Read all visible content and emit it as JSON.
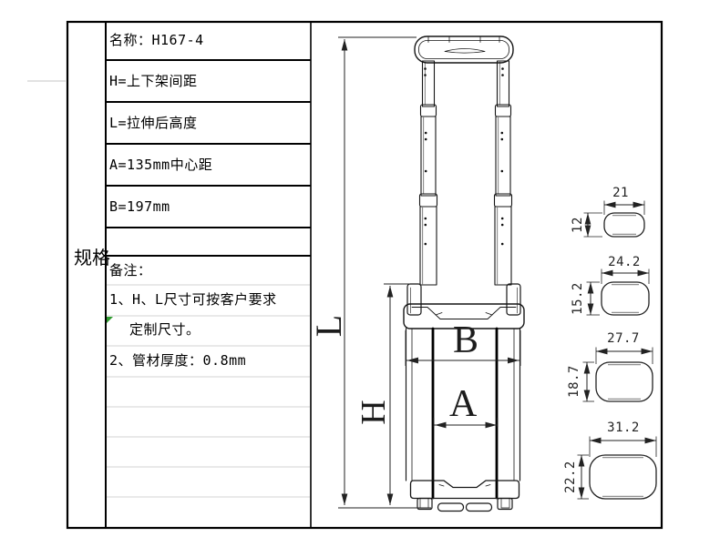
{
  "sheet": {
    "category_label": "规格",
    "spec_rows": [
      "名称：H167-4",
      "H=上下架间距",
      "L=拉伸后高度",
      "A=135mm中心距",
      "B=197mm"
    ],
    "notes_title": "备注：",
    "notes": [
      "1、H、L尺寸可按客户要求",
      "定制尺寸。",
      "2、管材厚度：0.8mm"
    ]
  },
  "drawing": {
    "dim_letters": {
      "L": "L",
      "H": "H",
      "B": "B",
      "A": "A"
    }
  },
  "cross_sections": [
    {
      "width_mm": "21",
      "height_mm": "12"
    },
    {
      "width_mm": "24.2",
      "height_mm": "15.2"
    },
    {
      "width_mm": "27.7",
      "height_mm": "18.7"
    },
    {
      "width_mm": "31.2",
      "height_mm": "22.2"
    }
  ],
  "colors": {
    "line": "#1a1a1a",
    "grid_light": "#dcdcdc",
    "flag_green": "#2e9b2e"
  }
}
